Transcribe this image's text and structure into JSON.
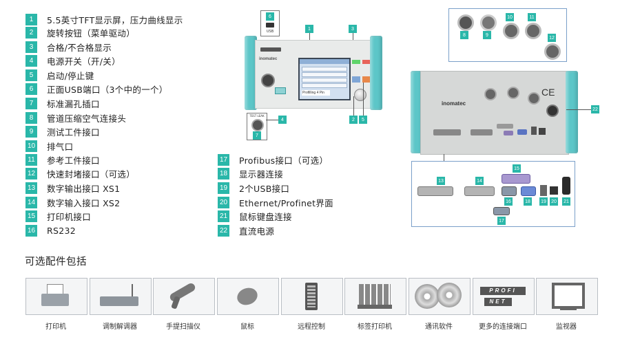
{
  "legend_left": [
    {
      "num": "1",
      "label": "5.5英寸TFT显示屏，压力曲线显示"
    },
    {
      "num": "2",
      "label": "旋转按钮（菜单驱动）"
    },
    {
      "num": "3",
      "label": "合格/不合格显示"
    },
    {
      "num": "4",
      "label": "电源开关（开/关）"
    },
    {
      "num": "5",
      "label": "启动/停止键"
    },
    {
      "num": "6",
      "label": "正面USB端口（3个中的一个）"
    },
    {
      "num": "7",
      "label": "标准漏孔插口"
    },
    {
      "num": "8",
      "label": "管道压缩空气连接头"
    },
    {
      "num": "9",
      "label": "测试工件接口"
    },
    {
      "num": "10",
      "label": "排气口"
    },
    {
      "num": "11",
      "label": "参考工件接口"
    },
    {
      "num": "12",
      "label": "快速封堵接口（可选）"
    },
    {
      "num": "13",
      "label": "数字输出接口 XS1"
    },
    {
      "num": "14",
      "label": "数字输入接口 XS2"
    },
    {
      "num": "15",
      "label": "打印机接口"
    },
    {
      "num": "16",
      "label": "RS232"
    }
  ],
  "legend_right": [
    {
      "num": "17",
      "label": "Profibus接口（可选）"
    },
    {
      "num": "18",
      "label": "显示器连接"
    },
    {
      "num": "19",
      "label": "2个USB接口"
    },
    {
      "num": "20",
      "label": "Ethernet/Profinet界面"
    },
    {
      "num": "21",
      "label": "鼠标键盘连接"
    },
    {
      "num": "22",
      "label": "直流电源"
    }
  ],
  "front_device": {
    "brand": "inomatec",
    "usb_label": "USB",
    "leak_label": "TEST LEAK",
    "screen_text": "Profilling  4 Pin",
    "tags": {
      "t1": "1",
      "t2": "2",
      "t3": "3",
      "t4": "4",
      "t5": "5",
      "t6": "6",
      "t7": "7"
    },
    "colors": {
      "pass": "#5fd46a",
      "fail": "#e8635a",
      "bumper": "#5cc6c8"
    }
  },
  "back_device": {
    "brand": "inomatec",
    "ce": "CE",
    "tag22": "22"
  },
  "fittings_box": {
    "tags": [
      "8",
      "9",
      "10",
      "11",
      "12"
    ]
  },
  "ports_box": {
    "tags": [
      "13",
      "14",
      "15",
      "16",
      "17",
      "18",
      "19",
      "20",
      "21"
    ]
  },
  "accessories_title": "可选配件包括",
  "accessories": [
    {
      "label": "打印机",
      "icon": "printer-icon"
    },
    {
      "label": "调制解调器",
      "icon": "modem-icon"
    },
    {
      "label": "手提扫描仪",
      "icon": "barcode-scanner-icon"
    },
    {
      "label": "鼠标",
      "icon": "mouse-icon"
    },
    {
      "label": "远程控制",
      "icon": "remote-control-icon"
    },
    {
      "label": "标签打印机",
      "icon": "label-printer-icon"
    },
    {
      "label": "通讯软件",
      "icon": "cd-icon"
    },
    {
      "label": "更多的连接端口",
      "icon": "profinet-icon"
    },
    {
      "label": "监视器",
      "icon": "monitor-icon"
    }
  ],
  "profinet_logo": {
    "top": "PROFI",
    "bottom": "NET"
  }
}
